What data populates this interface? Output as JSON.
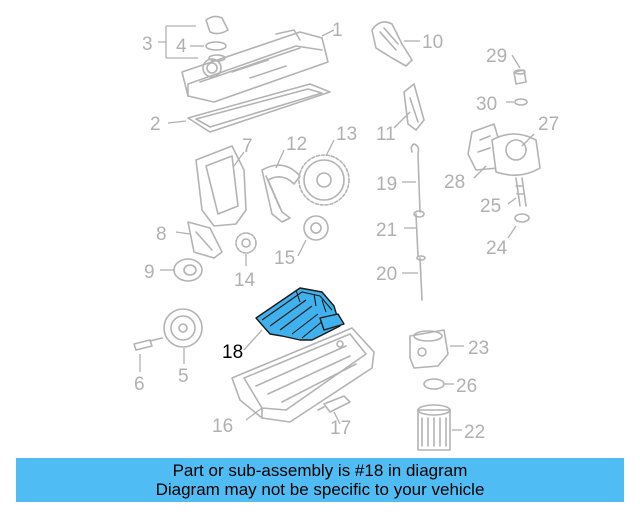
{
  "diagram": {
    "labels": {
      "p1": "1",
      "p2": "2",
      "p3": "3",
      "p4": "4",
      "p5": "5",
      "p6": "6",
      "p7": "7",
      "p8": "8",
      "p9": "9",
      "p10": "10",
      "p11": "11",
      "p12": "12",
      "p13": "13",
      "p14": "14",
      "p15": "15",
      "p16": "16",
      "p17": "17",
      "p18": "18",
      "p19": "19",
      "p20": "20",
      "p21": "21",
      "p22": "22",
      "p23": "23",
      "p24": "24",
      "p25": "25",
      "p26": "26",
      "p27": "27",
      "p28": "28",
      "p29": "29",
      "p30": "30"
    },
    "highlighted_part": "18",
    "highlight_color": "#3fb1ec"
  },
  "banner": {
    "line1": "Part or sub-assembly is #18 in diagram",
    "line2": "Diagram may not be specific to your vehicle",
    "background": "#4fbdf4"
  }
}
